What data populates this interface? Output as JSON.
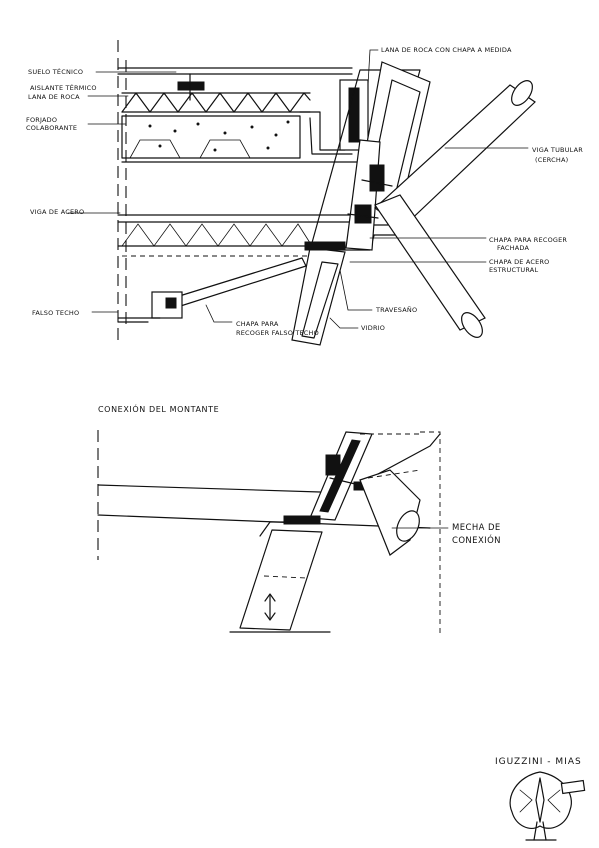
{
  "detail1": {
    "labels": {
      "suelo_tecnico": "SUELO TÉCNICO",
      "aislante_termico": "AISLANTE TÉRMICO",
      "lana_de_roca": "LANA DE ROCA",
      "forjado_colaborante_1": "FORJADO",
      "forjado_colaborante_2": "COLABORANTE",
      "viga_de_acero": "VIGA DE ACERO",
      "falso_techo": "FALSO TECHO",
      "lana_roca_chapa": "LANA DE ROCA CON CHAPA A MEDIDA",
      "viga_tubular_1": "VIGA TUBULAR",
      "viga_tubular_2": "(CERCHA)",
      "chapa_recoger_fachada_1": "CHAPA PARA RECOGER",
      "chapa_recoger_fachada_2": "FACHADA",
      "chapa_acero_estructural_1": "CHAPA DE ACERO",
      "chapa_acero_estructural_2": "ESTRUCTURAL",
      "travesano": "TRAVESAÑO",
      "vidrio": "VIDRIO",
      "chapa_falso_techo_1": "CHAPA PARA",
      "chapa_falso_techo_2": "RECOGER FALSO TECHO"
    }
  },
  "detail2": {
    "title": "CONEXIÓN DEL MONTANTE",
    "labels": {
      "mecha_1": "MECHA DE",
      "mecha_2": "CONEXIÓN"
    }
  },
  "signature": {
    "author": "IGUZZINI - MIAS"
  }
}
